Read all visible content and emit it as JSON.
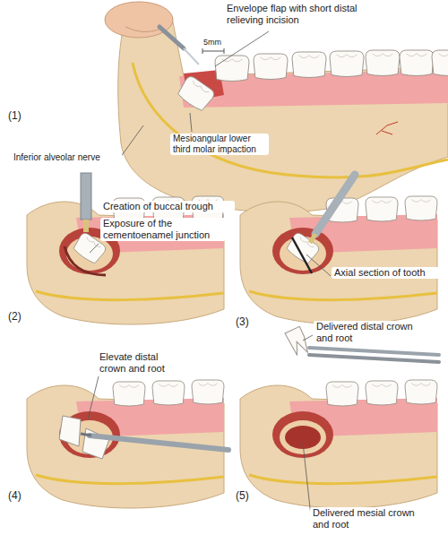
{
  "diagram": {
    "labels": [
      "Envelope flap with short distal relieving incision",
      "5mm",
      "(1)",
      "Inferior alveolar nerve",
      "Mesioangular lower third molar impaction",
      "Creation of buccal trough",
      "Exposure of the cementoenamel junction",
      "(2)",
      "Axial section of tooth",
      "(3)",
      "Elevate distal crown and root",
      "(4)",
      "Delivered distal crown and root",
      "(5)",
      "Delivered mesial crown and root"
    ]
  }
}
